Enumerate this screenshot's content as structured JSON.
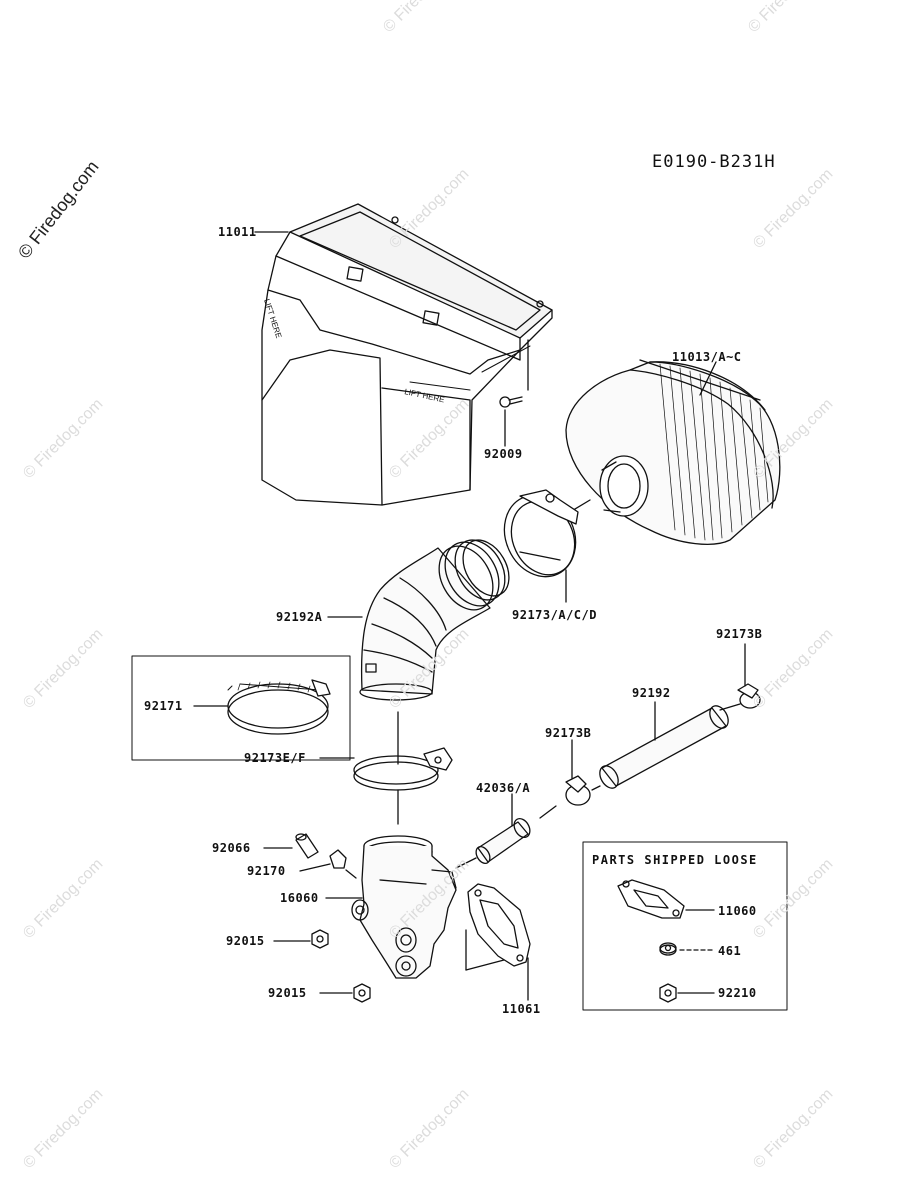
{
  "diagram_code": "E0190-B231H",
  "watermark": "© Firedog.com",
  "parts_shipped_loose_title": "PARTS SHIPPED LOOSE",
  "labels": {
    "p11011": "11011",
    "p11013": "11013/A~C",
    "p92009": "92009",
    "p92173acd": "92173/A/C/D",
    "p92192a": "92192A",
    "p92173b_top": "92173B",
    "p92171": "92171",
    "p92192": "92192",
    "p92173b_mid": "92173B",
    "p92173ef": "92173E/F",
    "p42036": "42036/A",
    "p92066": "92066",
    "p92170": "92170",
    "p16060": "16060",
    "p92015a": "92015",
    "p92015b": "92015",
    "p11061": "11061",
    "p11060": "11060",
    "p461": "461",
    "p92210": "92210"
  }
}
